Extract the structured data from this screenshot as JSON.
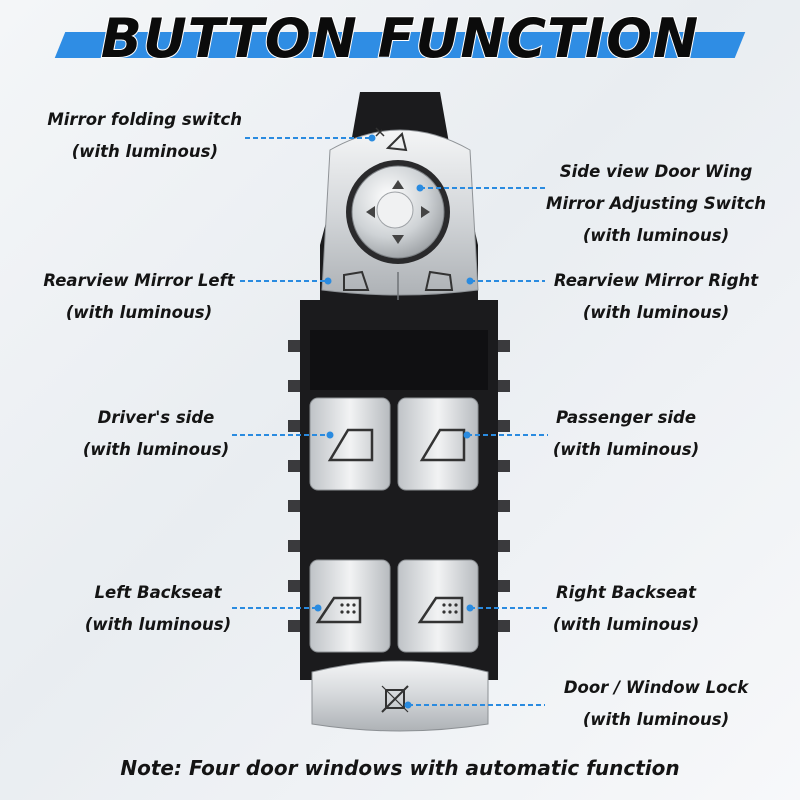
{
  "title": "BUTTON FUNCTION",
  "labels": {
    "mirror_folding": {
      "line1": "Mirror folding switch",
      "line2": "(with luminous)"
    },
    "side_view": {
      "line1": "Side view Door Wing",
      "line2": "Mirror Adjusting Switch",
      "line3": "(with luminous)"
    },
    "mirror_left": {
      "line1": "Rearview Mirror Left",
      "line2": "(with luminous)"
    },
    "mirror_right": {
      "line1": "Rearview Mirror Right",
      "line2": "(with luminous)"
    },
    "driver": {
      "line1": "Driver's side",
      "line2": "(with luminous)"
    },
    "passenger": {
      "line1": "Passenger side",
      "line2": "(with luminous)"
    },
    "left_back": {
      "line1": "Left Backseat",
      "line2": "(with luminous)"
    },
    "right_back": {
      "line1": "Right Backseat",
      "line2": "(with luminous)"
    },
    "lock": {
      "line1": "Door / Window Lock",
      "line2": "(with luminous)"
    }
  },
  "note": "Note: Four door windows with automatic function",
  "colors": {
    "accent": "#2f8de4",
    "pointer": "#2a8be0",
    "switch_body": "#1b1b1d",
    "chrome": "#d6d9dc"
  },
  "icons": [
    "mirror-fold-icon",
    "direction-pad-icon",
    "mirror-left-icon",
    "mirror-right-icon",
    "window-icon",
    "child-lock-icon"
  ]
}
